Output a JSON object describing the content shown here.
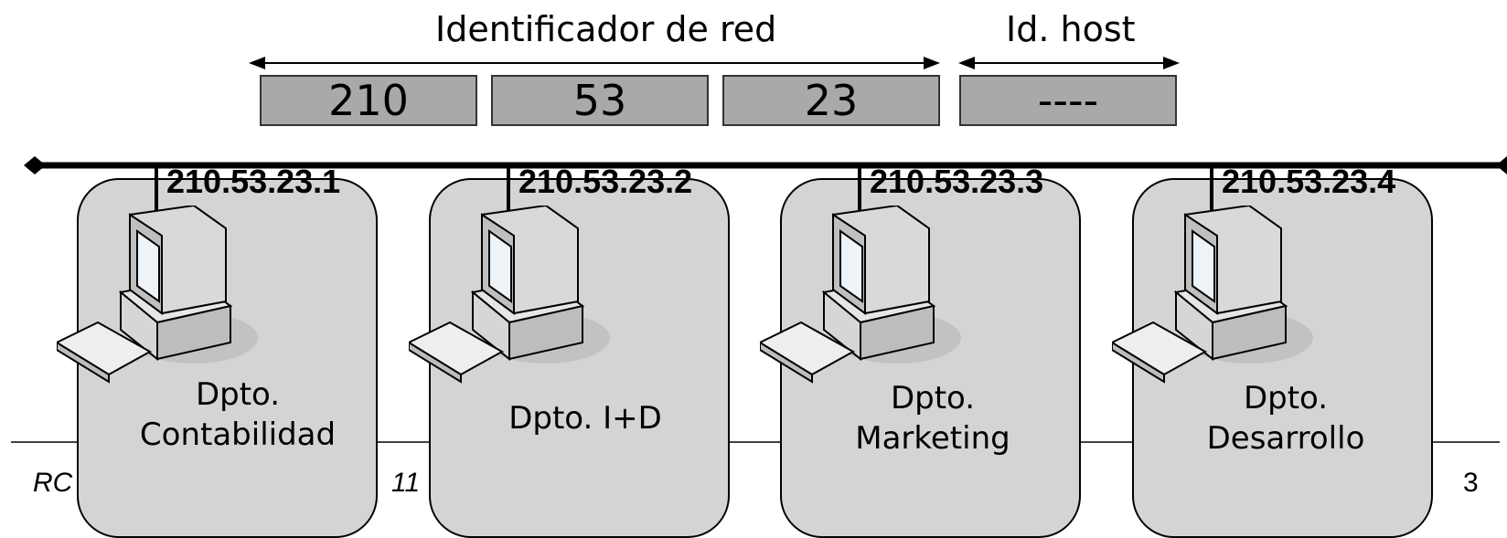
{
  "header": {
    "network_id_label": "Identificador de red",
    "host_id_label": "Id. host"
  },
  "address_segments": [
    "210",
    "53",
    "23",
    "----"
  ],
  "departments": [
    {
      "ip": "210.53.23.1",
      "name_line1": "Dpto.",
      "name_line2": "Contabilidad"
    },
    {
      "ip": "210.53.23.2",
      "name_line1": "Dpto. I+D",
      "name_line2": ""
    },
    {
      "ip": "210.53.23.3",
      "name_line1": "Dpto.",
      "name_line2": "Marketing"
    },
    {
      "ip": "210.53.23.4",
      "name_line1": "Dpto.",
      "name_line2": "Desarrollo"
    }
  ],
  "footer": {
    "left_text_a": "RC",
    "left_text_b": "11",
    "page_number": "3"
  },
  "colors": {
    "segment_fill": "#a9a9a9",
    "dept_fill": "#d4d4d4",
    "line": "#000000"
  },
  "icons": [
    "desktop-computer-icon",
    "keyboard-icon"
  ]
}
